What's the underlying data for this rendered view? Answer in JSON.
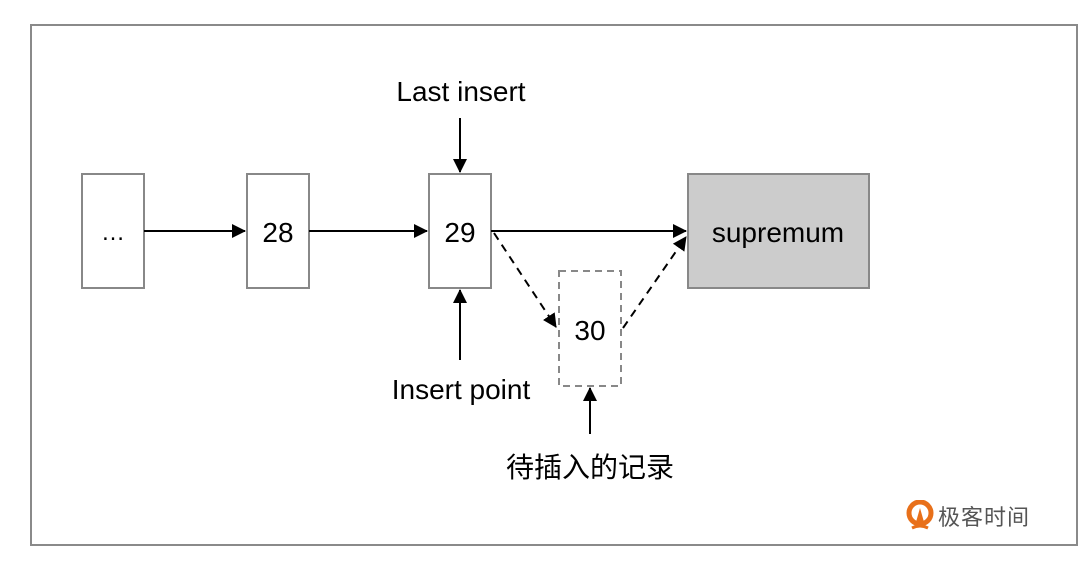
{
  "diagram": {
    "nodes": {
      "ellipsis": "…",
      "n28": "28",
      "n29": "29",
      "n30": "30",
      "supremum": "supremum"
    },
    "labels": {
      "last_insert": "Last insert",
      "insert_point": "Insert point",
      "pending_record": "待插入的记录"
    },
    "colors": {
      "box_border": "#888888",
      "supremum_fill": "#cccccc",
      "arrow": "#000000",
      "logo_orange": "#e8701a"
    }
  },
  "watermark": {
    "text": "极客时间"
  }
}
